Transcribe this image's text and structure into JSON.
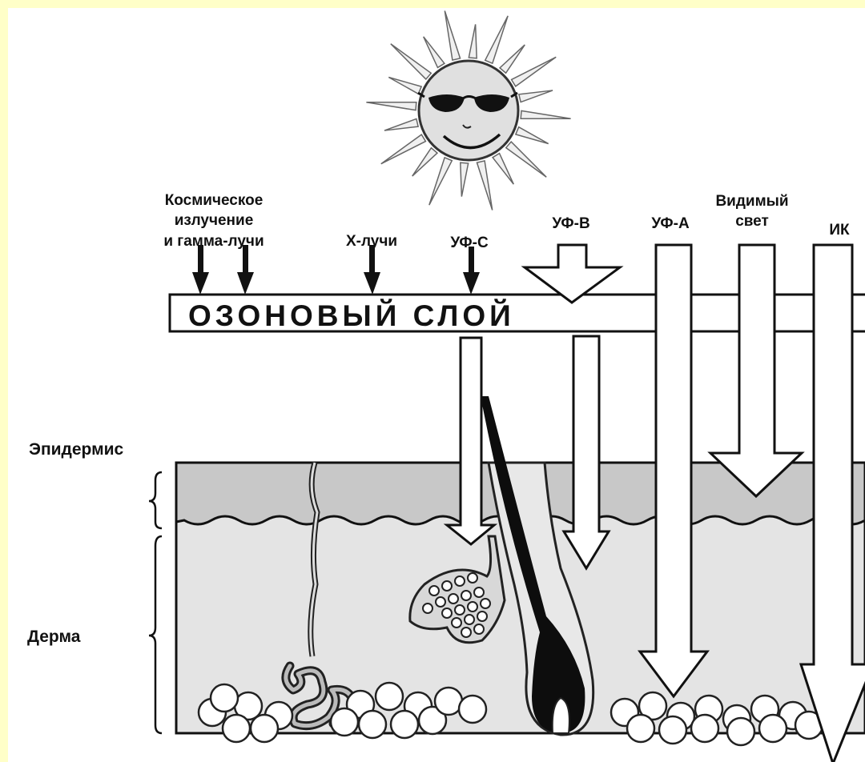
{
  "radiation": {
    "cosmic": [
      "Космическое",
      "излучение",
      "и гамма-лучи"
    ],
    "xray": "Х-лучи",
    "uvc": "УФ-С",
    "uvb": "УФ-В",
    "uva": "УФ-А",
    "visible": [
      "Видимый",
      "свет"
    ],
    "ir": "ИК"
  },
  "ozone_layer": "ОЗОНОВЫЙ СЛОЙ",
  "skin": {
    "epidermis": "Эпидермис",
    "dermis": "Дерма"
  },
  "colors": {
    "page_border": "#ffffc8",
    "epidermis_fill": "#c8c8c8",
    "dermis_fill": "#e4e4e4",
    "ink": "#111111"
  }
}
